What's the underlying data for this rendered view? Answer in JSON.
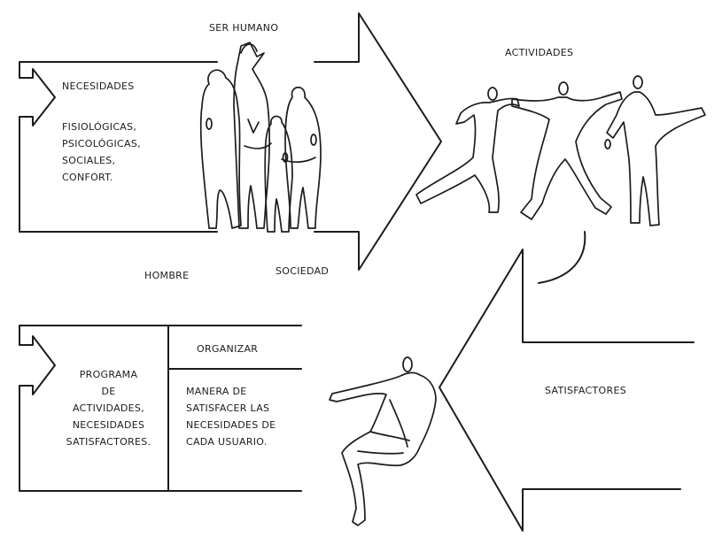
{
  "labels": {
    "ser_humano": "SER HUMANO",
    "actividades": "ACTIVIDADES",
    "necesidades": "NECESIDADES",
    "necesidades_tipos": "FISIOLÓGICAS,\nPSICOLÓGICAS,\nSOCIALES,\nCONFORT.",
    "hombre": "HOMBRE",
    "sociedad": "SOCIEDAD",
    "organizar": "ORGANIZAR",
    "programa": "PROGRAMA\nDE\nACTIVIDADES,\nNECESIDADES\nSATISFACTORES.",
    "manera": "MANERA DE\nSATISFACER LAS\nNECESIDADES DE\nCADA USUARIO.",
    "satisfactores": "SATISFACTORES"
  },
  "colors": {
    "ink": "#1c1c1c",
    "background": "#ffffff"
  },
  "figures": [
    "human-group-figures",
    "active-person-figures",
    "seated-person-figure"
  ]
}
